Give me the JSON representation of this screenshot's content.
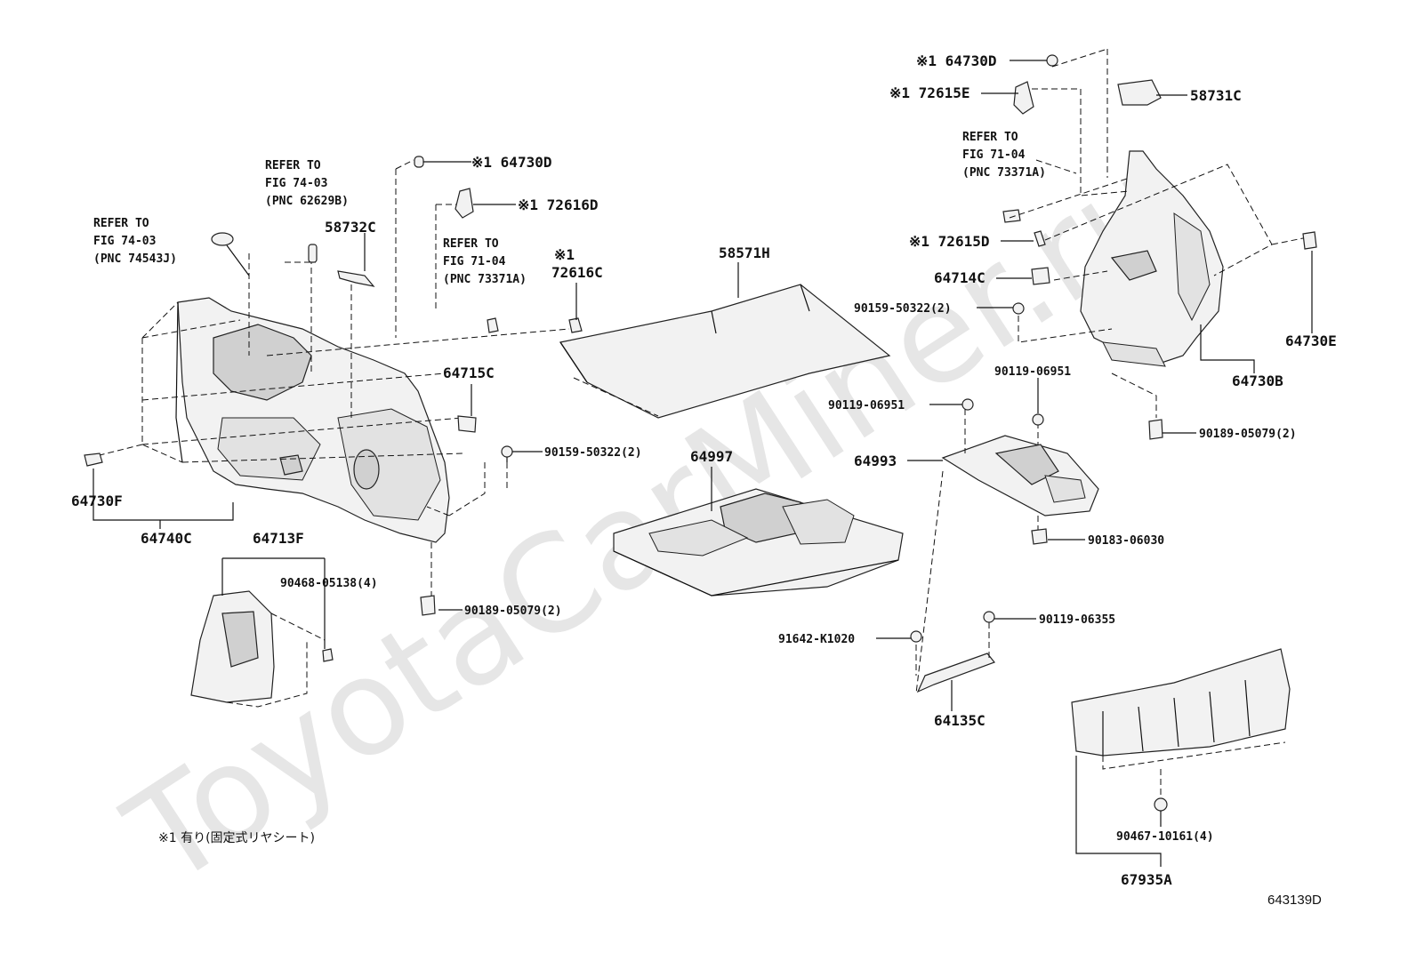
{
  "watermark": "ToyotaCarMiner.ru",
  "figure_code": "643139D",
  "footnote": "※1 有り(固定式リヤシート)",
  "references": [
    {
      "id": "ref-74543j",
      "lines": [
        "REFER TO",
        "FIG 74-03",
        "(PNC 74543J)"
      ]
    },
    {
      "id": "ref-62629b",
      "lines": [
        "REFER TO",
        "FIG 74-03",
        "(PNC 62629B)"
      ]
    },
    {
      "id": "ref-73371a-left",
      "lines": [
        "REFER TO",
        "FIG 71-04",
        "(PNC 73371A)"
      ]
    },
    {
      "id": "ref-73371a-right",
      "lines": [
        "REFER TO",
        "FIG 71-04",
        "(PNC 73371A)"
      ]
    }
  ],
  "parts": {
    "p64730D_left": "※1 64730D",
    "p72616D": "※1 72616D",
    "p58732C": "58732C",
    "p72616C_mark": "※1",
    "p72616C": "72616C",
    "p58571H": "58571H",
    "p64715C": "64715C",
    "p90159_left": "90159-50322(2)",
    "p64730F": "64730F",
    "p64740C": "64740C",
    "p64713F": "64713F",
    "p90468": "90468-05138(4)",
    "p64997": "64997",
    "p90189_left": "90189-05079(2)",
    "p64730D_right": "※1 64730D",
    "p72615E": "※1 72615E",
    "p58731C": "58731C",
    "p72615D": "※1 72615D",
    "p64714C": "64714C",
    "p90159_right": "90159-50322(2)",
    "p64730E": "64730E",
    "p64730B": "64730B",
    "p90119_06951_a": "90119-06951",
    "p90119_06951_b": "90119-06951",
    "p90189_right": "90189-05079(2)",
    "p64993": "64993",
    "p90183": "90183-06030",
    "p91642": "91642-K1020",
    "p90119_06355": "90119-06355",
    "p64135C": "64135C",
    "p90467": "90467-10161(4)",
    "p67935A": "67935A"
  }
}
